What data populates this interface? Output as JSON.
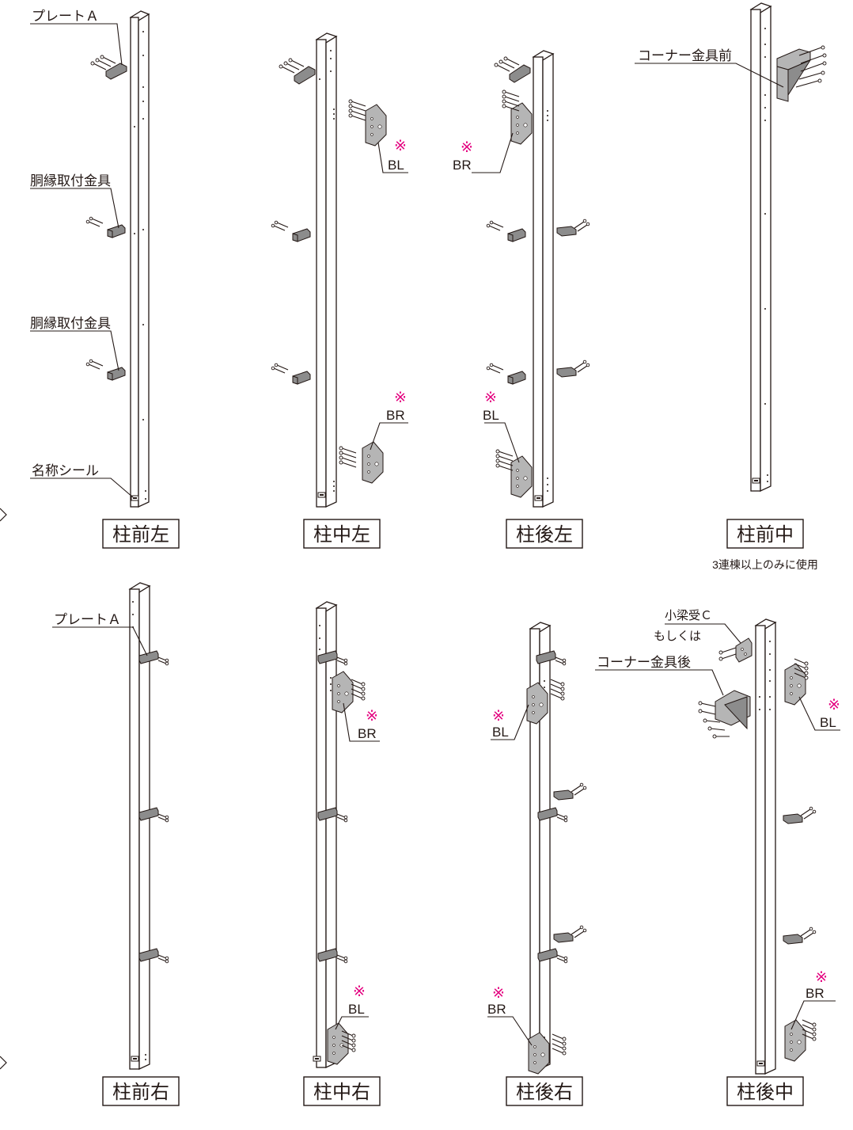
{
  "posts": [
    {
      "title": "柱前左"
    },
    {
      "title": "柱中左"
    },
    {
      "title": "柱後左"
    },
    {
      "title": "柱前中",
      "note": "3連棟以上のみに使用"
    },
    {
      "title": "柱前右"
    },
    {
      "title": "柱中右"
    },
    {
      "title": "柱後右"
    },
    {
      "title": "柱後中"
    }
  ],
  "labels": {
    "plate_a": "プレートＡ",
    "dobuchi": "胴縁取付金具",
    "meisho": "名称シール",
    "corner_front": "コーナー金具前",
    "koharie": "小梁受Ｃ",
    "moshikuwa": "もしくは",
    "corner_back": "コーナー金具後",
    "mark": "※",
    "bl": "BL",
    "br": "BR"
  },
  "colors": {
    "mark": "#e4007f",
    "line": "#231815",
    "bracket": "#8c8c8c",
    "plate": "#b5b5b5"
  }
}
